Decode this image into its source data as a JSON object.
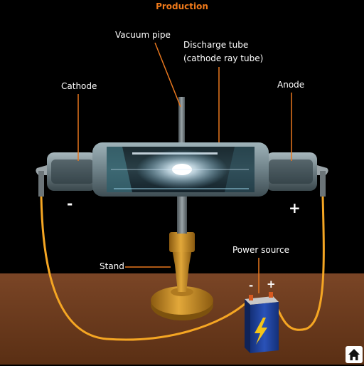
{
  "title": "Production",
  "labels": {
    "vacuum_pipe": "Vacuum pipe",
    "discharge_tube_line1": "Discharge tube",
    "discharge_tube_line2": "(cathode ray tube)",
    "cathode": "Cathode",
    "anode": "Anode",
    "stand": "Stand",
    "power_source": "Power source"
  },
  "signs": {
    "cathode_sign": "-",
    "anode_sign": "+",
    "battery_minus": "-",
    "battery_plus": "+"
  },
  "icons": {
    "battery_symbol": "lightning-bolt-icon",
    "home_button": "home-icon"
  },
  "colors": {
    "background": "#000000",
    "title": "#f07a1a",
    "leader_lines": "#e8771e",
    "wire": "#f5a623",
    "table": "#6b3a1c",
    "stand_brass": "#c98a1a",
    "battery": "#1c3e9c",
    "tube_glass": "#7a8e96"
  }
}
